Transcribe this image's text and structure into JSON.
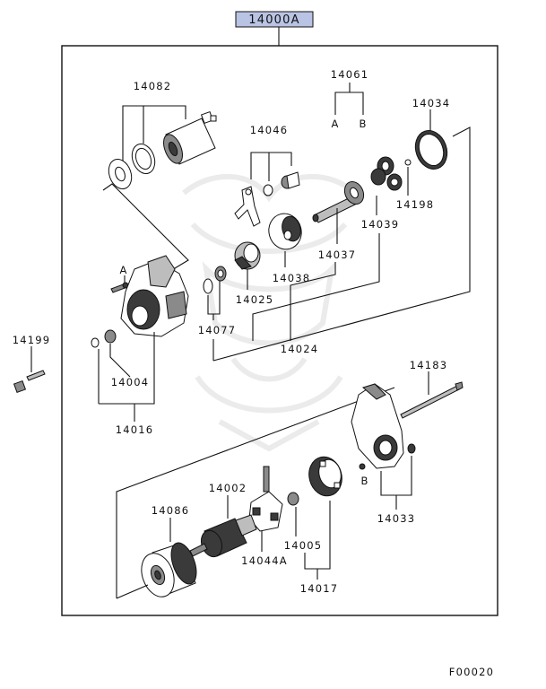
{
  "diagram": {
    "assembly_label": "14000A",
    "figure_code": "F00020",
    "colors": {
      "highlight": "#b9c3e4",
      "outline": "#111111"
    },
    "labels": {
      "p14082": "14082",
      "p14061": "14061",
      "p14061_a": "A",
      "p14061_b": "B",
      "p14034": "14034",
      "p14046": "14046",
      "p14198": "14198",
      "p14039": "14039",
      "p14037": "14037",
      "p14038": "14038",
      "p14025": "14025",
      "p14077": "14077",
      "p14024": "14024",
      "p14199": "14199",
      "p14004": "14004",
      "p14016": "14016",
      "p14183": "14183",
      "p14033": "14033",
      "p14002": "14002",
      "p14086": "14086",
      "p14044a": "14044A",
      "p14005": "14005",
      "p14017": "14017",
      "marker_a": "A",
      "marker_b": "B"
    }
  }
}
